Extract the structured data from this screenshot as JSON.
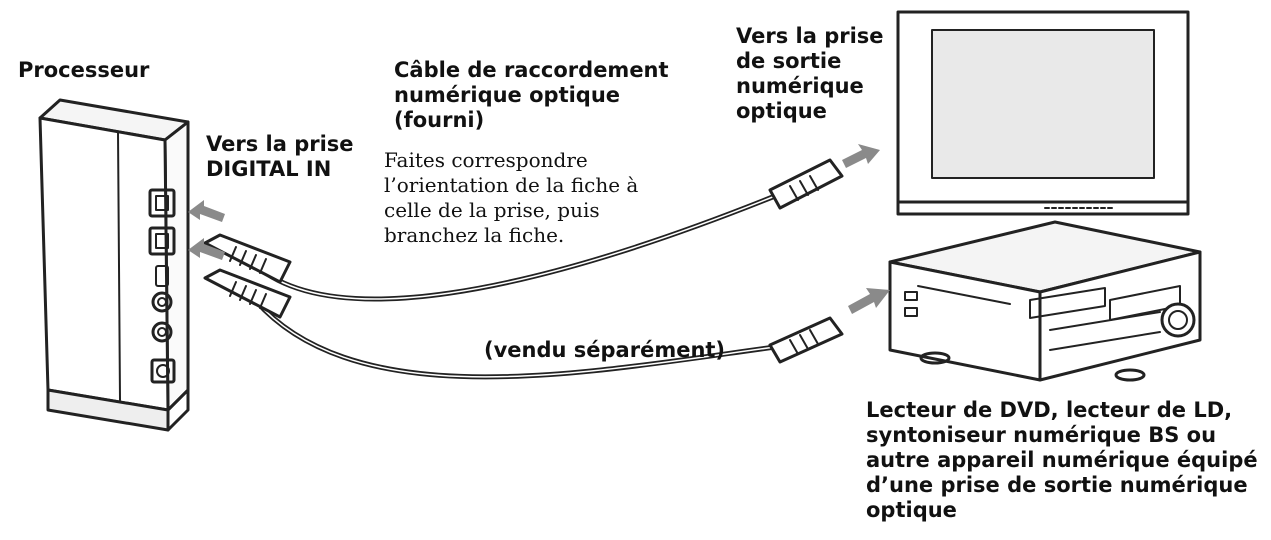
{
  "labels": {
    "processor": "Processeur",
    "digital_in": [
      "Vers la prise",
      "DIGITAL IN"
    ],
    "cable_title": [
      "Câble de raccordement",
      "numérique optique",
      "(fourni)"
    ],
    "cable_note": [
      "Faites correspondre",
      "l’orientation de la fiche à",
      "celle de la prise, puis",
      "branchez la fiche."
    ],
    "tv_output": [
      "Vers la prise",
      "de sortie",
      "numérique",
      "optique"
    ],
    "sold_separately": "(vendu séparément)",
    "device_caption": [
      "Lecteur de DVD, lecteur de LD,",
      "syntoniseur numérique BS ou",
      "autre appareil numérique équipé",
      "d’une prise de sortie numérique",
      "optique"
    ]
  },
  "colors": {
    "line": "#222222",
    "arrow": "#8a8a8a",
    "screen": "#e9e9e9"
  }
}
